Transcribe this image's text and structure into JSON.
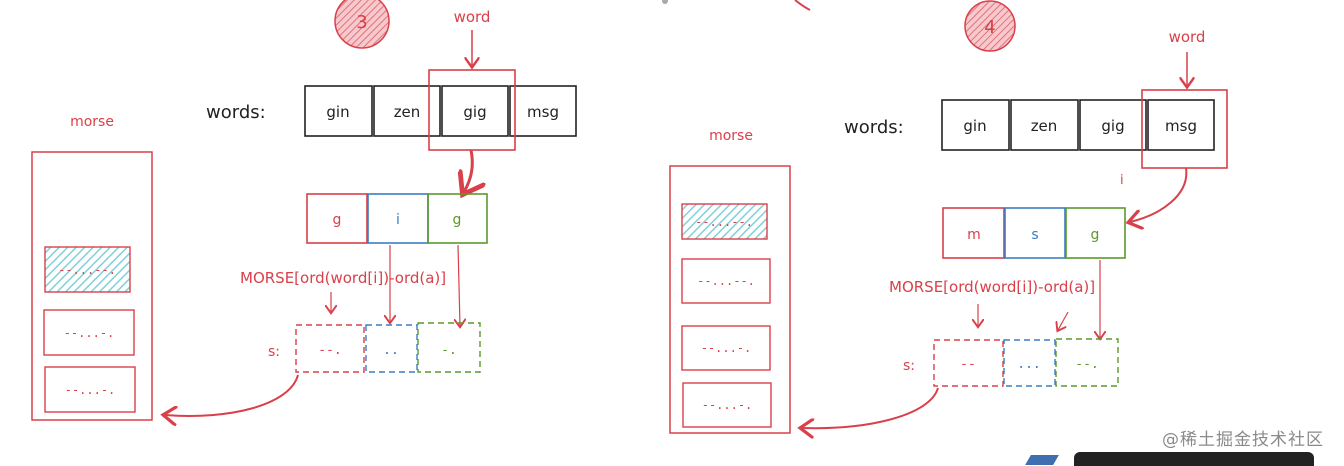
{
  "colors": {
    "red": "#d9404a",
    "blue": "#3b7dc4",
    "green": "#5c9a2b",
    "black": "#222222",
    "hatch": "#7fd0d8"
  },
  "panel3": {
    "step": "3",
    "word_label": "word",
    "words_label": "words:",
    "words": [
      "gin",
      "zen",
      "gig",
      "msg"
    ],
    "letters": [
      "g",
      "i",
      "g"
    ],
    "formula": "MORSE[ord(word[i])-ord(a)]",
    "s_label": "s:",
    "s_cells": [
      "--.",
      "..",
      "-."
    ],
    "morse_label": "morse",
    "morse_items": [
      "--...--.",
      "--...-.",
      "--...-."
    ]
  },
  "panel4": {
    "step": "4",
    "word_label": "word",
    "words_label": "words:",
    "words": [
      "gin",
      "zen",
      "gig",
      "msg"
    ],
    "i_label": "i",
    "letters": [
      "m",
      "s",
      "g"
    ],
    "formula": "MORSE[ord(word[i])-ord(a)]",
    "s_label": "s:",
    "s_cells": [
      "--",
      "...",
      "--."
    ],
    "morse_label": "morse",
    "morse_items": [
      "--...--.",
      "--...--.",
      "--...-.",
      "--...-."
    ]
  },
  "watermark": "@稀土掘金技术社区"
}
